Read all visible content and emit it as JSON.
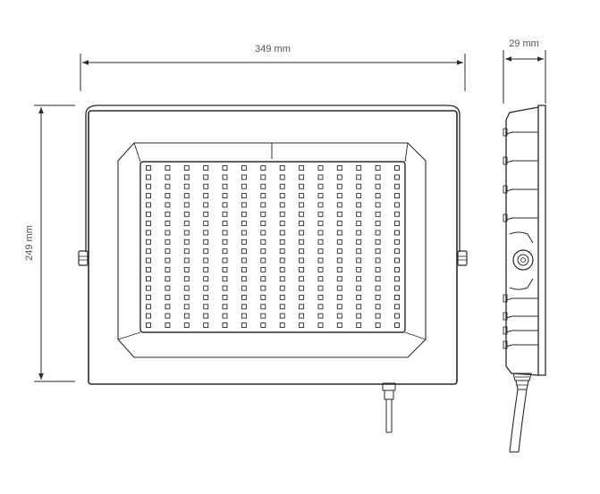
{
  "dimensions": {
    "width": "349 mm",
    "height": "249 mm",
    "depth": "29 mm"
  },
  "led_grid": {
    "columns": 14,
    "rows": 18
  },
  "colors": {
    "line": "#2a2a2a",
    "text": "#555555",
    "background": "#ffffff"
  }
}
